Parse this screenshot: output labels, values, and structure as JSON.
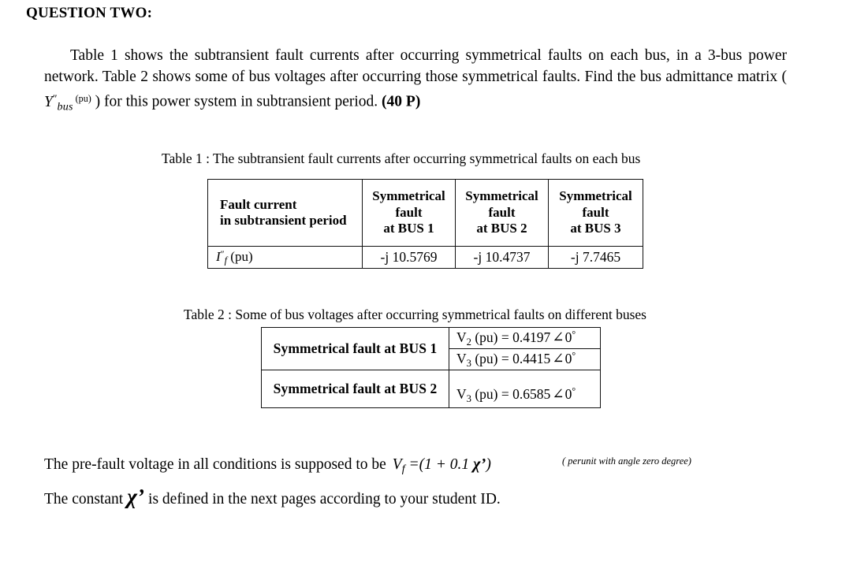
{
  "heading": "QUESTION TWO:",
  "intro": {
    "part1": "Table 1 shows the subtransient fault currents after occurring symmetrical faults on each bus, in a 3-bus power network. Table 2 shows some of bus voltages after occurring those symmetrical faults. Find the bus admittance matrix ( ",
    "symbol_base": "Y",
    "symbol_dprime": "″",
    "symbol_sub": "bus",
    "symbol_sup": "(pu)",
    "part2": " ) for this power system in subtransient period. ",
    "points": "(40 P)"
  },
  "table1": {
    "caption": "Table 1 : The subtransient fault currents after occurring symmetrical faults on each bus",
    "headers": [
      "Fault current\nin subtransient period",
      "Symmetrical\nfault\nat BUS 1",
      "Symmetrical\nfault\nat BUS 2",
      "Symmetrical\nfault\nat BUS 3"
    ],
    "header_col1_line1": "Fault current",
    "header_col1_line2": "in subtransient period",
    "header_col2_line1": "Symmetrical",
    "header_col2_line2": "fault",
    "header_col2_line3": "at BUS 1",
    "header_col3_line1": "Symmetrical",
    "header_col3_line2": "fault",
    "header_col3_line3": "at BUS 2",
    "header_col4_line1": "Symmetrical",
    "header_col4_line2": "fault",
    "header_col4_line3": "at BUS 3",
    "row_label_base": "I",
    "row_label_dprime": "″",
    "row_label_sub": "f",
    "row_label_unit": "(pu)",
    "values": [
      "-j 10.5769",
      "-j 10.4737",
      "-j 7.7465"
    ]
  },
  "table2": {
    "caption": "Table 2 : Some of bus voltages after occurring symmetrical faults on different buses",
    "row1_label": "Symmetrical  fault at BUS 1",
    "row2_label": "Symmetrical  fault at BUS 2",
    "entries": [
      {
        "base": "V",
        "sub": "2",
        "unit": "(pu) = ",
        "magnitude": "0.4197",
        "angle_symbol": "∠",
        "angle": "0",
        "degree": "°"
      },
      {
        "base": "V",
        "sub": "3",
        "unit": "(pu) = ",
        "magnitude": "0.4415",
        "angle_symbol": "∠",
        "angle": "0",
        "degree": "°"
      },
      {
        "base": "V",
        "sub": "3",
        "unit": "(pu) = ",
        "magnitude": "0.6585",
        "angle_symbol": "∠",
        "angle": "0",
        "degree": "°"
      }
    ]
  },
  "footer": {
    "prefault_text": "The pre-fault voltage in all conditions is supposed to be",
    "prefault_formula_base": "V",
    "prefault_formula_sub": "f",
    "prefault_formula_rest": " =(1 + 0.1 ",
    "prefault_formula_chi": "χ’",
    "prefault_formula_close": ")",
    "perunit_note": "( perunit with angle zero degree)",
    "constant_part1": "The constant ",
    "constant_chi": "χ’",
    "constant_part2": " is defined in the next pages according to your student ID."
  }
}
